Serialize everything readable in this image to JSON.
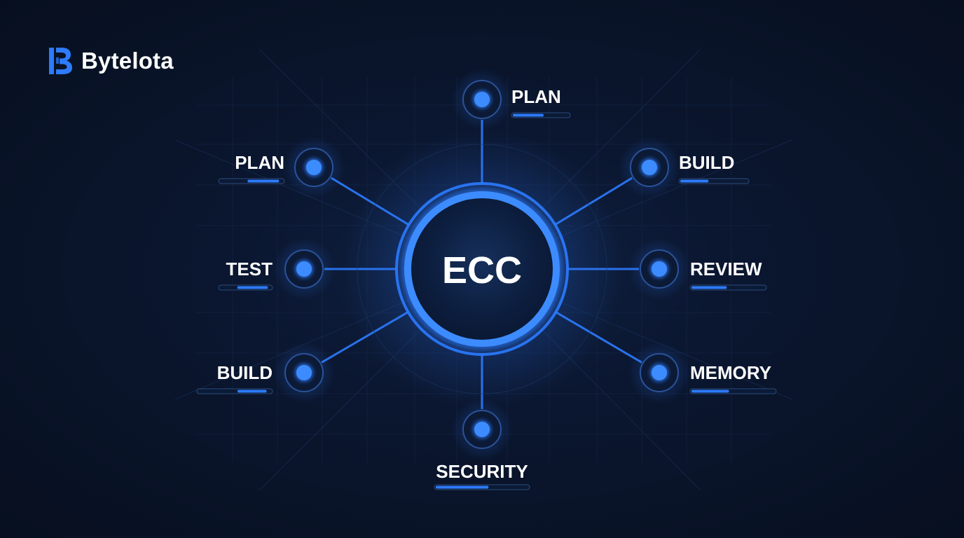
{
  "brand": {
    "name": "Bytelota",
    "logo_icon": "b-logo-icon"
  },
  "colors": {
    "background": "#0a1428",
    "accent": "#2d7bff",
    "accent_bright": "#3d8cff",
    "track": "#0b1a35",
    "track_border": "#2b4a7a",
    "text": "#ffffff"
  },
  "hub": {
    "label": "ECC"
  },
  "nodes": [
    {
      "id": "plan-top",
      "label": "PLAN",
      "progress": 0.55
    },
    {
      "id": "plan-left",
      "label": "PLAN",
      "progress": 0.5
    },
    {
      "id": "build-right",
      "label": "BUILD",
      "progress": 0.42
    },
    {
      "id": "test-left",
      "label": "TEST",
      "progress": 0.6
    },
    {
      "id": "review-right",
      "label": "REVIEW",
      "progress": 0.48
    },
    {
      "id": "build-left",
      "label": "BUILD",
      "progress": 0.4
    },
    {
      "id": "memory-right",
      "label": "MEMORY",
      "progress": 0.45
    },
    {
      "id": "security-bottom",
      "label": "SECURITY",
      "progress": 0.57
    }
  ]
}
